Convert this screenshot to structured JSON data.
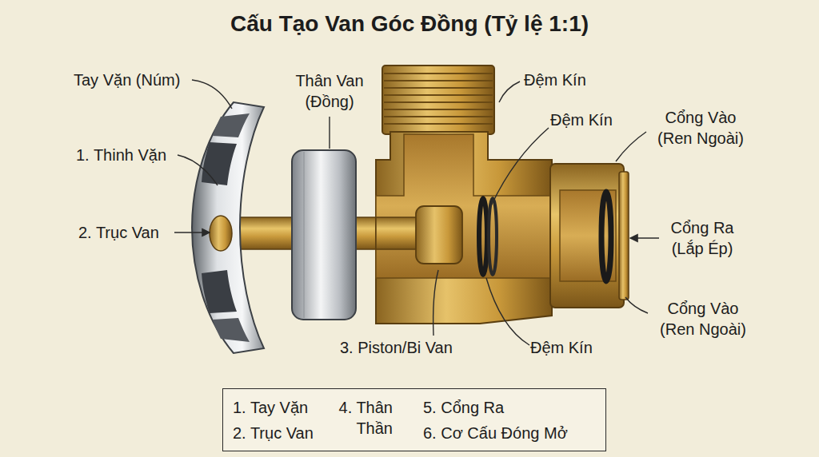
{
  "diagram": {
    "title": "Cấu Tạo Van Góc Đồng (Tỷ lệ 1:1)",
    "nodes": [
      {
        "text": [
          "1. Tay Vặn",
          "4. Thân Thần",
          "5. Cổng Ra",
          "2. Trục Van",
          "6. Cơ Cấu Đóng Mở"
        ]
      }
    ],
    "labels": [
      "Tay Vặn (Núm)",
      "1. Thinh Vặn",
      "2. Trục Van",
      "Thân Van (Đồng)",
      "Đệm Kín",
      "Đệm Kín",
      "Cổng Vào (Ren Ngoài)",
      "Cổng Ra (Lắp Ép)",
      "Cổng Vào (Ren Ngoài)",
      "3. Piston/Bi Van",
      "Đệm Kín"
    ]
  }
}
